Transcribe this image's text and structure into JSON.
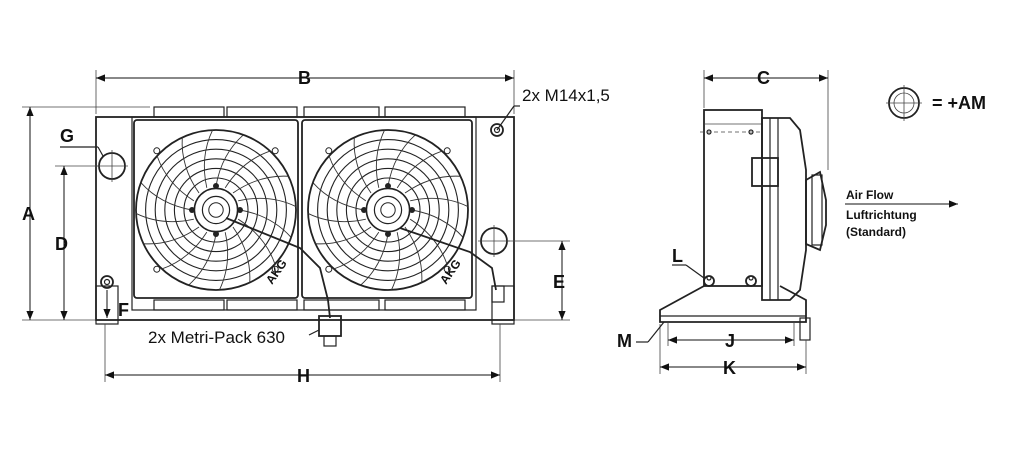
{
  "dimensions": {
    "A": "A",
    "B": "B",
    "C": "C",
    "D": "D",
    "E": "E",
    "F": "F",
    "G": "G",
    "H": "H",
    "J": "J",
    "K": "K",
    "L": "L",
    "M": "M"
  },
  "notes": {
    "port_thread": "2x M14x1,5",
    "connector": "2x Metri-Pack 630",
    "am_label": "= +AM",
    "brand_mark": "AKG"
  },
  "airflow": {
    "line1": "Air Flow",
    "line2": "Luftrichtung",
    "line3": "(Standard)"
  }
}
